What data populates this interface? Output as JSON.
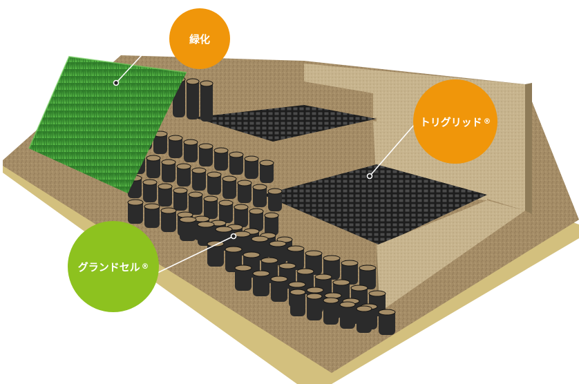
{
  "labels": {
    "greening": "緑化",
    "trigrid": "トリグリッド",
    "trigrid_mark": "®",
    "groundcell": "グランドセル",
    "groundcell_mark": "®"
  },
  "colors": {
    "greening": "#f0960a",
    "trigrid": "#f0960a",
    "groundcell": "#8dc21f",
    "soil": "#a38b66",
    "soil_side": "#d7c98a",
    "cell": "#2b2b2b",
    "grass": "#3c9a33"
  }
}
